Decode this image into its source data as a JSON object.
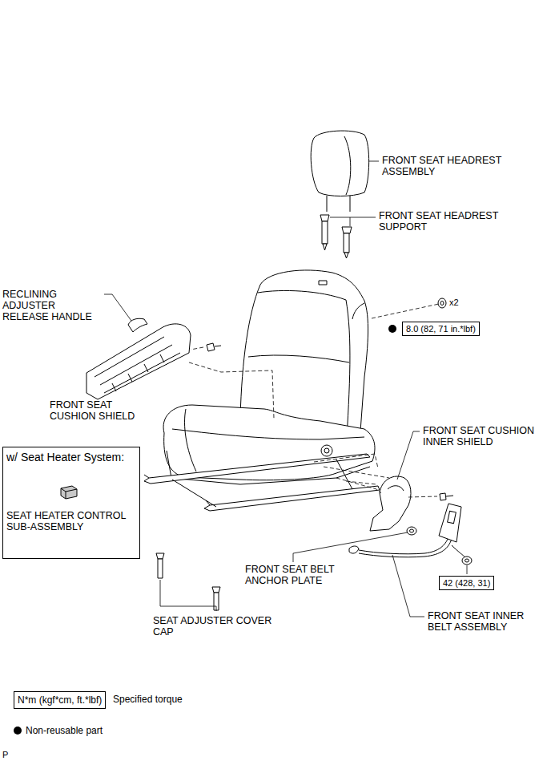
{
  "diagram": {
    "nodes": [
      {
        "text": [
          "8.0 (82, 71 in.*lbf)"
        ]
      },
      {
        "text": [
          "w/ Seat Heater System:",
          "SEAT HEATER CONTROL SUB-ASSEMBLY"
        ]
      },
      {
        "text": [
          "42 (428, 31)"
        ]
      },
      {
        "text": [
          "N*m (kgf*cm, ft.*lbf)"
        ]
      }
    ],
    "labels": [
      "FRONT SEAT HEADREST ASSEMBLY",
      "FRONT SEAT HEADREST SUPPORT",
      "RECLINING ADJUSTER RELEASE HANDLE",
      "x2",
      "FRONT SEAT CUSHION SHIELD",
      "FRONT SEAT CUSHION INNER SHIELD",
      "FRONT SEAT BELT ANCHOR PLATE",
      "FRONT SEAT INNER BELT ASSEMBLY",
      "SEAT ADJUSTER COVER CAP",
      "P"
    ],
    "legend": [
      {
        "text": "Specified torque"
      },
      {
        "text": "Non-reusable part"
      }
    ]
  }
}
